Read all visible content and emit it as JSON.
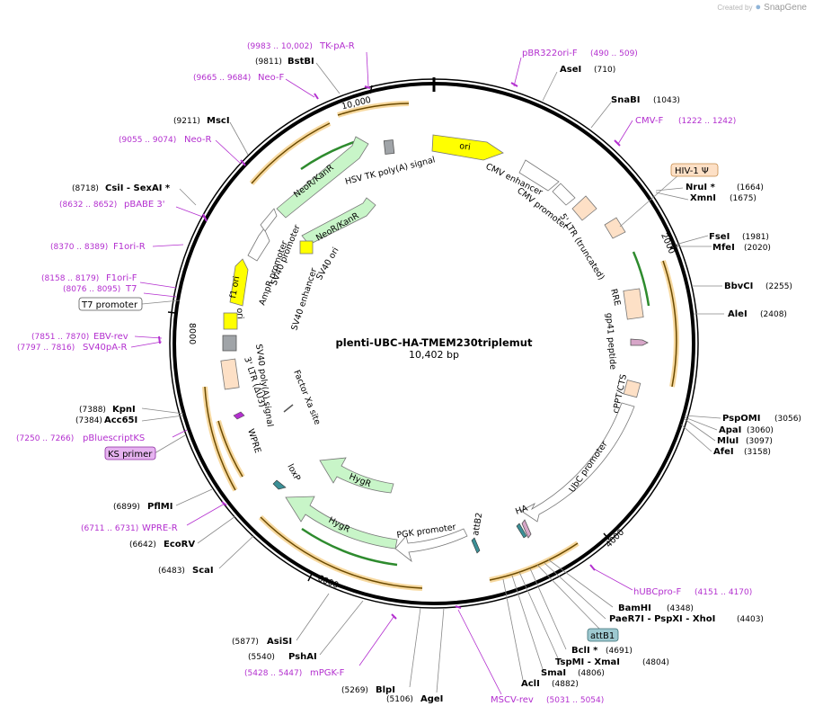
{
  "credit": {
    "created_by": "Created by",
    "brand": "SnapGene"
  },
  "plasmid": {
    "name": "plenti-UBC-HA-TMEM230triplemut",
    "size": "10,402 bp"
  },
  "ticks": [
    "10,000",
    "2000",
    "4000",
    "6000",
    "8000"
  ],
  "features": [
    {
      "label": "ori"
    },
    {
      "label": "CMV enhancer"
    },
    {
      "label": "CMV promoter"
    },
    {
      "label": "5' LTR (truncated)"
    },
    {
      "label": "RRE"
    },
    {
      "label": "gp41 peptide"
    },
    {
      "label": "cPPT/CTS"
    },
    {
      "label": "UbC promoter"
    },
    {
      "label": "HA"
    },
    {
      "label": "attB2"
    },
    {
      "label": "PGK promoter"
    },
    {
      "label": "HygR"
    },
    {
      "label": "HygR"
    },
    {
      "label": "loxP"
    },
    {
      "label": "WPRE"
    },
    {
      "label": "Factor Xa site"
    },
    {
      "label": "3' LTR (ΔU3)"
    },
    {
      "label": "SV40 poly(A) signal"
    },
    {
      "label": "SV40 ori"
    },
    {
      "label": "f1 ori"
    },
    {
      "label": "AmpR promoter"
    },
    {
      "label": "SV40 promoter"
    },
    {
      "label": "NeoR/KanR"
    },
    {
      "label": "NeoR/KanR"
    },
    {
      "label": "SV40 enhancer"
    },
    {
      "label": "SV40 ori"
    },
    {
      "label": "HSV TK poly(A) signal"
    }
  ],
  "boxed_labels": [
    {
      "text": "HIV-1 Ψ",
      "style": "orange"
    },
    {
      "text": "T7 promoter",
      "style": "white"
    },
    {
      "text": "KS primer",
      "style": "purple"
    },
    {
      "text": "attB1",
      "style": "teal"
    }
  ],
  "sites": [
    {
      "name": "AseI",
      "pos": "(710)"
    },
    {
      "name": "SnaBI",
      "pos": "(1043)"
    },
    {
      "name": "NruI *",
      "pos": "(1664)"
    },
    {
      "name": "XmnI",
      "pos": "(1675)"
    },
    {
      "name": "FseI",
      "pos": "(1981)"
    },
    {
      "name": "MfeI",
      "pos": "(2020)"
    },
    {
      "name": "BbvCI",
      "pos": "(2255)"
    },
    {
      "name": "AleI",
      "pos": "(2408)"
    },
    {
      "name": "PspOMI",
      "pos": "(3056)"
    },
    {
      "name": "ApaI",
      "pos": "(3060)"
    },
    {
      "name": "MluI",
      "pos": "(3097)"
    },
    {
      "name": "AfeI",
      "pos": "(3158)"
    },
    {
      "name": "BamHI",
      "pos": "(4348)"
    },
    {
      "name": "PaeR7I - PspXI - XhoI",
      "pos": "(4403)"
    },
    {
      "name": "BclI *",
      "pos": "(4691)"
    },
    {
      "name": "TspMI - XmaI",
      "pos": "(4804)"
    },
    {
      "name": "SmaI",
      "pos": "(4806)"
    },
    {
      "name": "AclI",
      "pos": "(4882)"
    },
    {
      "name": "AgeI",
      "pos": "(5106)"
    },
    {
      "name": "BlpI",
      "pos": "(5269)"
    },
    {
      "name": "PshAI",
      "pos": "(5540)"
    },
    {
      "name": "AsiSI",
      "pos": "(5877)"
    },
    {
      "name": "ScaI",
      "pos": "(6483)"
    },
    {
      "name": "EcoRV",
      "pos": "(6642)"
    },
    {
      "name": "PflMI",
      "pos": "(6899)"
    },
    {
      "name": "Acc65I",
      "pos": "(7384)"
    },
    {
      "name": "KpnI",
      "pos": "(7388)"
    },
    {
      "name": "CsiI - SexAI *",
      "pos": "(8718)"
    },
    {
      "name": "MscI",
      "pos": "(9211)"
    },
    {
      "name": "BstBI",
      "pos": "(9811)"
    }
  ],
  "primers": [
    {
      "name": "pBR322ori-F",
      "pos": "(490 .. 509)"
    },
    {
      "name": "CMV-F",
      "pos": "(1222 .. 1242)"
    },
    {
      "name": "hUBCpro-F",
      "pos": "(4151 .. 4170)"
    },
    {
      "name": "MSCV-rev",
      "pos": "(5031 .. 5054)"
    },
    {
      "name": "mPGK-F",
      "pos": "(5428 .. 5447)"
    },
    {
      "name": "WPRE-R",
      "pos": "(6711 .. 6731)"
    },
    {
      "name": "pBluescriptKS",
      "pos": "(7250 .. 7266)"
    },
    {
      "name": "SV40pA-R",
      "pos": "(7797 .. 7816)"
    },
    {
      "name": "EBV-rev",
      "pos": "(7851 .. 7870)"
    },
    {
      "name": "T7",
      "pos": "(8076 .. 8095)"
    },
    {
      "name": "F1ori-F",
      "pos": "(8158 .. 8179)"
    },
    {
      "name": "F1ori-R",
      "pos": "(8370 .. 8389)"
    },
    {
      "name": "pBABE 3'",
      "pos": "(8632 .. 8652)"
    },
    {
      "name": "Neo-R",
      "pos": "(9055 .. 9074)"
    },
    {
      "name": "Neo-F",
      "pos": "(9665 .. 9684)"
    },
    {
      "name": "TK-pA-R",
      "pos": "(9983 .. 10,002)"
    }
  ],
  "colors": {
    "ori": "#ffff00",
    "promoter": "#ffffff",
    "cds_green": "#c8f5c8",
    "cds_green_line": "#2e8b2e",
    "orange_box": "#fde0c6",
    "orf_orange": "#f0a830",
    "primer_purple": "#b32fcf",
    "teal": "#3b8f96",
    "grey_feat": "#9aa0a6"
  }
}
